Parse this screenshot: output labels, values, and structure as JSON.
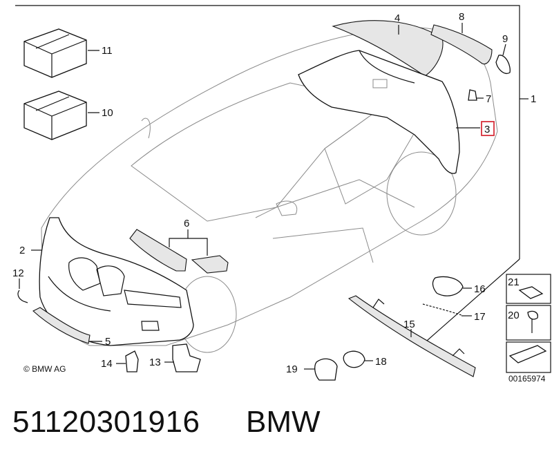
{
  "diagram": {
    "callouts": [
      "1",
      "2",
      "3",
      "4",
      "5",
      "6",
      "7",
      "8",
      "9",
      "10",
      "11",
      "12",
      "13",
      "14",
      "15",
      "16",
      "17",
      "18",
      "19",
      "20",
      "21"
    ],
    "highlighted_callout": "3",
    "copyright": "© BMW AG",
    "image_code": "00165974"
  },
  "caption": {
    "part_number": "51120301916",
    "brand": "BMW"
  },
  "colors": {
    "highlight": "#d6303b",
    "line": "#111111",
    "car_outline": "#8a8a8a"
  }
}
